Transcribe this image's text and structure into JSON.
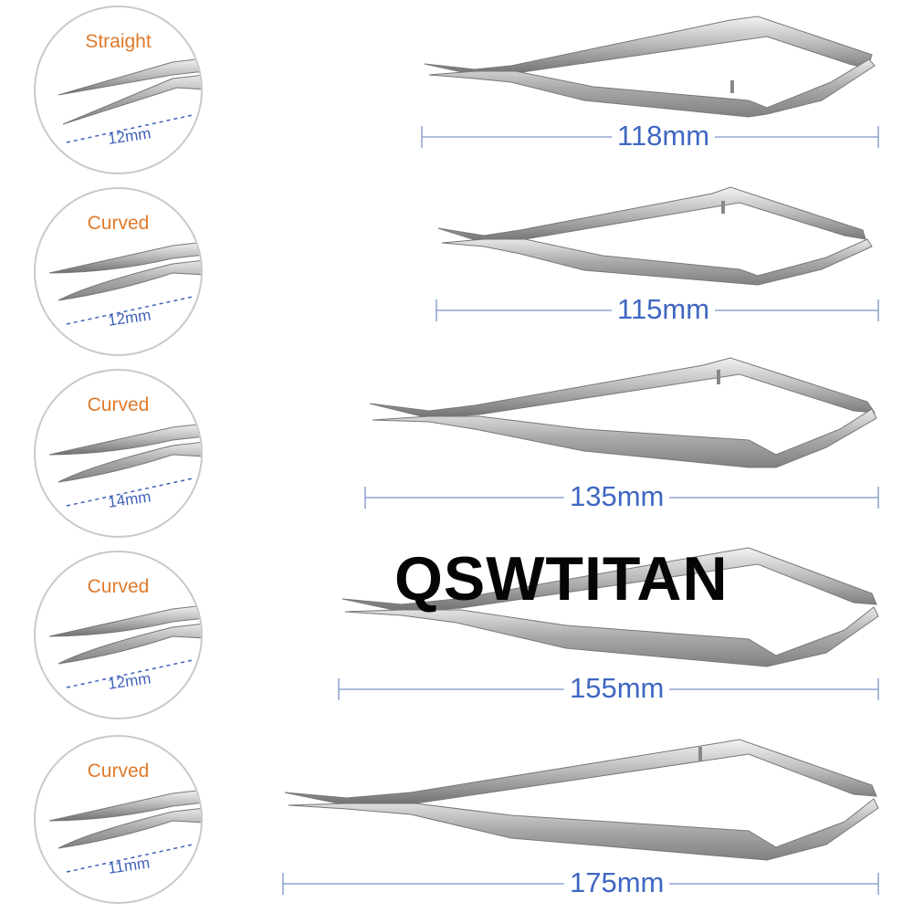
{
  "brand": "QSWTITAN",
  "colors": {
    "tip_type": "#e07a2a",
    "dimension": "#3f67c2",
    "steel_light": "#d6d6d6",
    "steel_dark": "#6e6e6e"
  },
  "details": [
    {
      "type": "Straight",
      "length": "12mm"
    },
    {
      "type": "Curved",
      "length": "12mm"
    },
    {
      "type": "Curved",
      "length": "14mm"
    },
    {
      "type": "Curved",
      "length": "12mm"
    },
    {
      "type": "Curved",
      "length": "11mm"
    }
  ],
  "scissors": [
    {
      "size": "118mm"
    },
    {
      "size": "115mm"
    },
    {
      "size": "135mm"
    },
    {
      "size": "155mm"
    },
    {
      "size": "175mm"
    }
  ]
}
